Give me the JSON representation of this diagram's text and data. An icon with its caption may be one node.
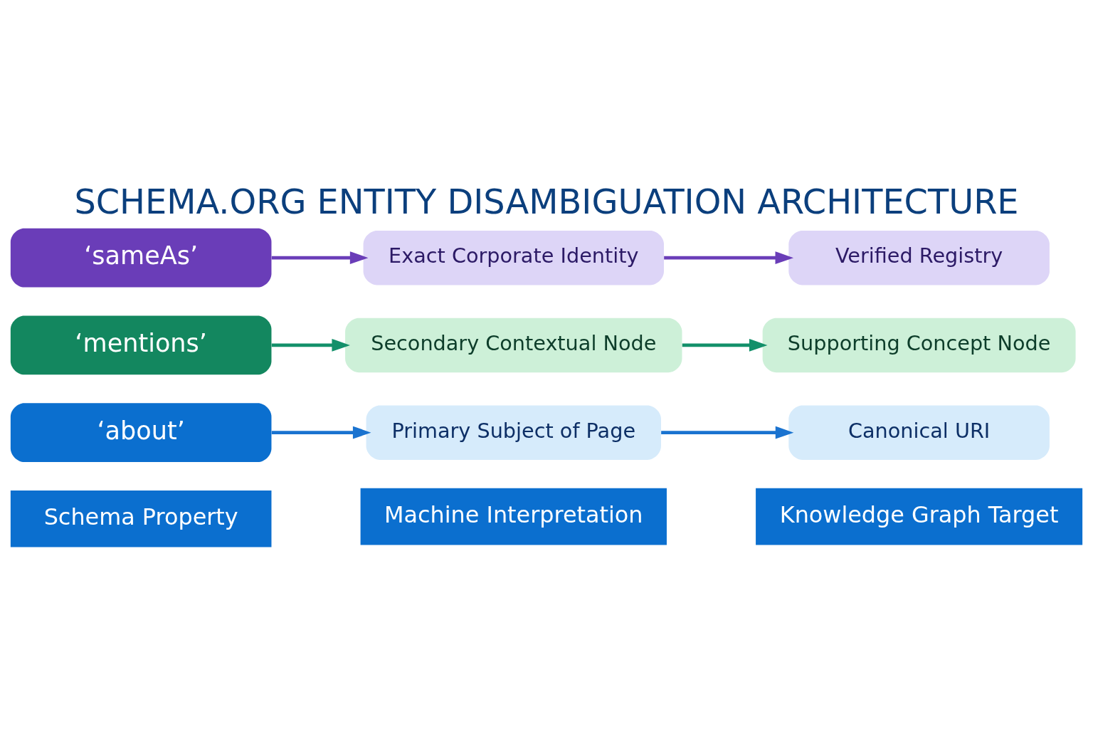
{
  "diagram": {
    "title": "SCHEMA.ORG ENTITY DISAMBIGUATION ARCHITECTURE",
    "nodes": [
      {
        "text": [
          "Schema Property"
        ]
      },
      {
        "text": [
          "Machine Interpretation"
        ]
      },
      {
        "text": [
          "Knowledge Graph Target"
        ]
      },
      {
        "text": [
          "‘about’"
        ]
      },
      {
        "text": [
          "Primary Subject of Page"
        ]
      },
      {
        "text": [
          "Canonical URI"
        ]
      },
      {
        "text": [
          "‘mentions’"
        ]
      },
      {
        "text": [
          "Secondary Contextual Node"
        ]
      },
      {
        "text": [
          "Supporting Concept Node"
        ]
      },
      {
        "text": [
          "‘sameAs’"
        ]
      },
      {
        "text": [
          "Exact Corporate Identity"
        ]
      },
      {
        "text": [
          "Verified Registry"
        ]
      }
    ],
    "edges": [
      {
        "from": 3,
        "to": 4,
        "arrow": "to",
        "color": "#1a73d0"
      },
      {
        "from": 4,
        "to": 5,
        "arrow": "to",
        "color": "#1a73d0"
      },
      {
        "from": 6,
        "to": 7,
        "arrow": "to",
        "color": "#13906a"
      },
      {
        "from": 7,
        "to": 8,
        "arrow": "to",
        "color": "#13906a"
      },
      {
        "from": 9,
        "to": 10,
        "arrow": "to",
        "color": "#6a3db8"
      },
      {
        "from": 10,
        "to": 11,
        "arrow": "to",
        "color": "#6a3db8"
      }
    ]
  }
}
